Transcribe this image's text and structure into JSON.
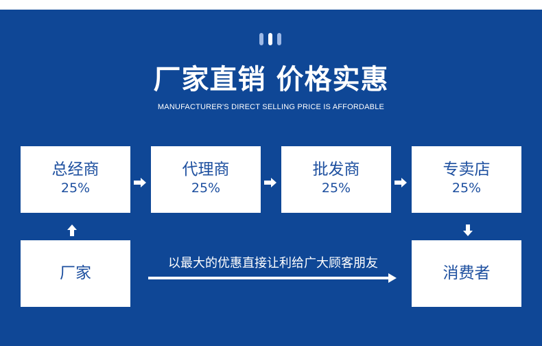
{
  "header": {
    "title": "厂家直销 价格实惠",
    "subtitle": "MANUFACTURER'S DIRECT SELLING PRICE IS AFFORDABLE"
  },
  "chain": [
    {
      "name": "总经商",
      "margin": "25%"
    },
    {
      "name": "代理商",
      "margin": "25%"
    },
    {
      "name": "批发商",
      "margin": "25%"
    },
    {
      "name": "专卖店",
      "margin": "25%"
    }
  ],
  "factory": {
    "name": "厂家"
  },
  "consumer": {
    "name": "消费者"
  },
  "direct_route": {
    "caption": "以最大的优惠直接让利给广大顾客朋友"
  },
  "colors": {
    "background": "#0f4796",
    "box": "#ffffff",
    "box_text": "#1d4f9f",
    "accent_light": "#9cb8e6"
  }
}
